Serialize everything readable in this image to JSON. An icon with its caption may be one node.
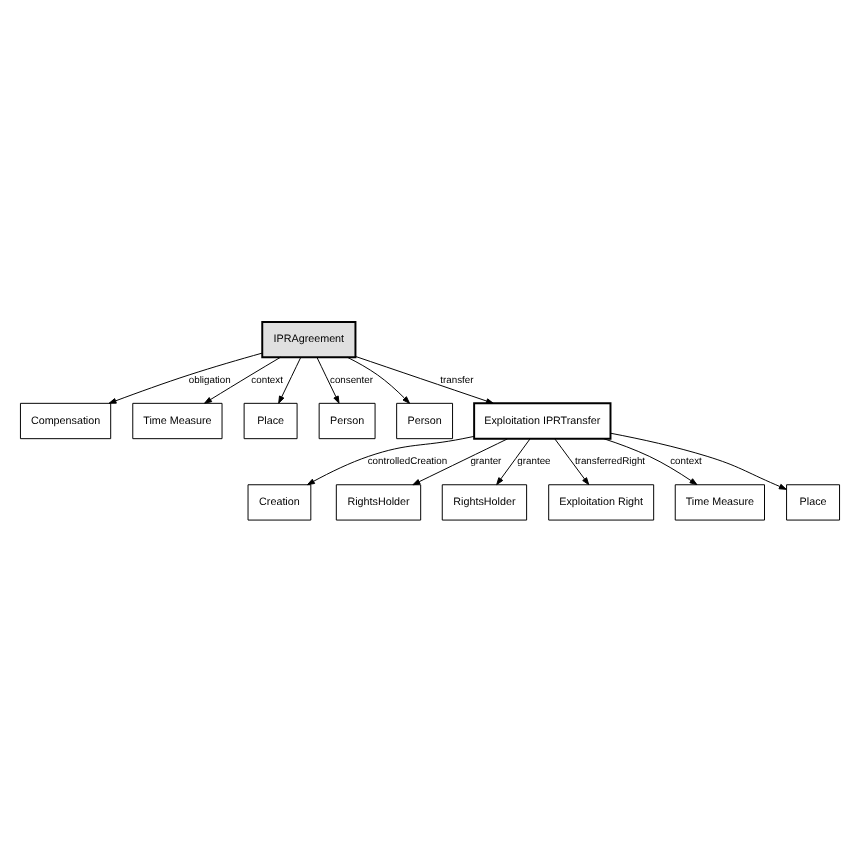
{
  "diagram": {
    "nodes": [
      {
        "text": [
          "Compensation"
        ]
      },
      {
        "text": [
          "Time Measure"
        ]
      },
      {
        "text": [
          "Place"
        ]
      },
      {
        "text": [
          "Person"
        ]
      },
      {
        "text": [
          "IPRAgreement"
        ]
      },
      {
        "text": [
          "Person"
        ]
      },
      {
        "text": [
          "Creation"
        ]
      },
      {
        "text": [
          "RightsHolder"
        ]
      },
      {
        "text": [
          "Exploitation IPRTransfer"
        ]
      },
      {
        "text": [
          "RightsHolder"
        ]
      },
      {
        "text": [
          "Exploitation Right"
        ]
      },
      {
        "text": [
          "Time Measure"
        ]
      },
      {
        "text": [
          "Place"
        ]
      }
    ],
    "edges": [
      {
        "from": 4,
        "to": 0,
        "arrow": "to",
        "label": "obligation"
      },
      {
        "from": 4,
        "to": 1,
        "arrow": "to",
        "label": "context"
      },
      {
        "from": 4,
        "to": 2,
        "arrow": "to"
      },
      {
        "from": 4,
        "to": 3,
        "arrow": "to",
        "label": "consenter"
      },
      {
        "from": 4,
        "to": 5,
        "arrow": "to"
      },
      {
        "from": 4,
        "to": 8,
        "arrow": "to",
        "label": "transfer"
      },
      {
        "from": 8,
        "to": 7,
        "arrow": "to",
        "label": "granter"
      },
      {
        "from": 8,
        "to": 9,
        "arrow": "to",
        "label": "grantee"
      },
      {
        "from": 8,
        "to": 11,
        "arrow": "to",
        "label": "context"
      },
      {
        "from": 8,
        "to": 12,
        "arrow": "to"
      },
      {
        "from": 8,
        "to": 6,
        "arrow": "to",
        "label": "controlledCreation"
      },
      {
        "from": 8,
        "to": 10,
        "arrow": "to",
        "label": "transferredRight"
      }
    ]
  }
}
